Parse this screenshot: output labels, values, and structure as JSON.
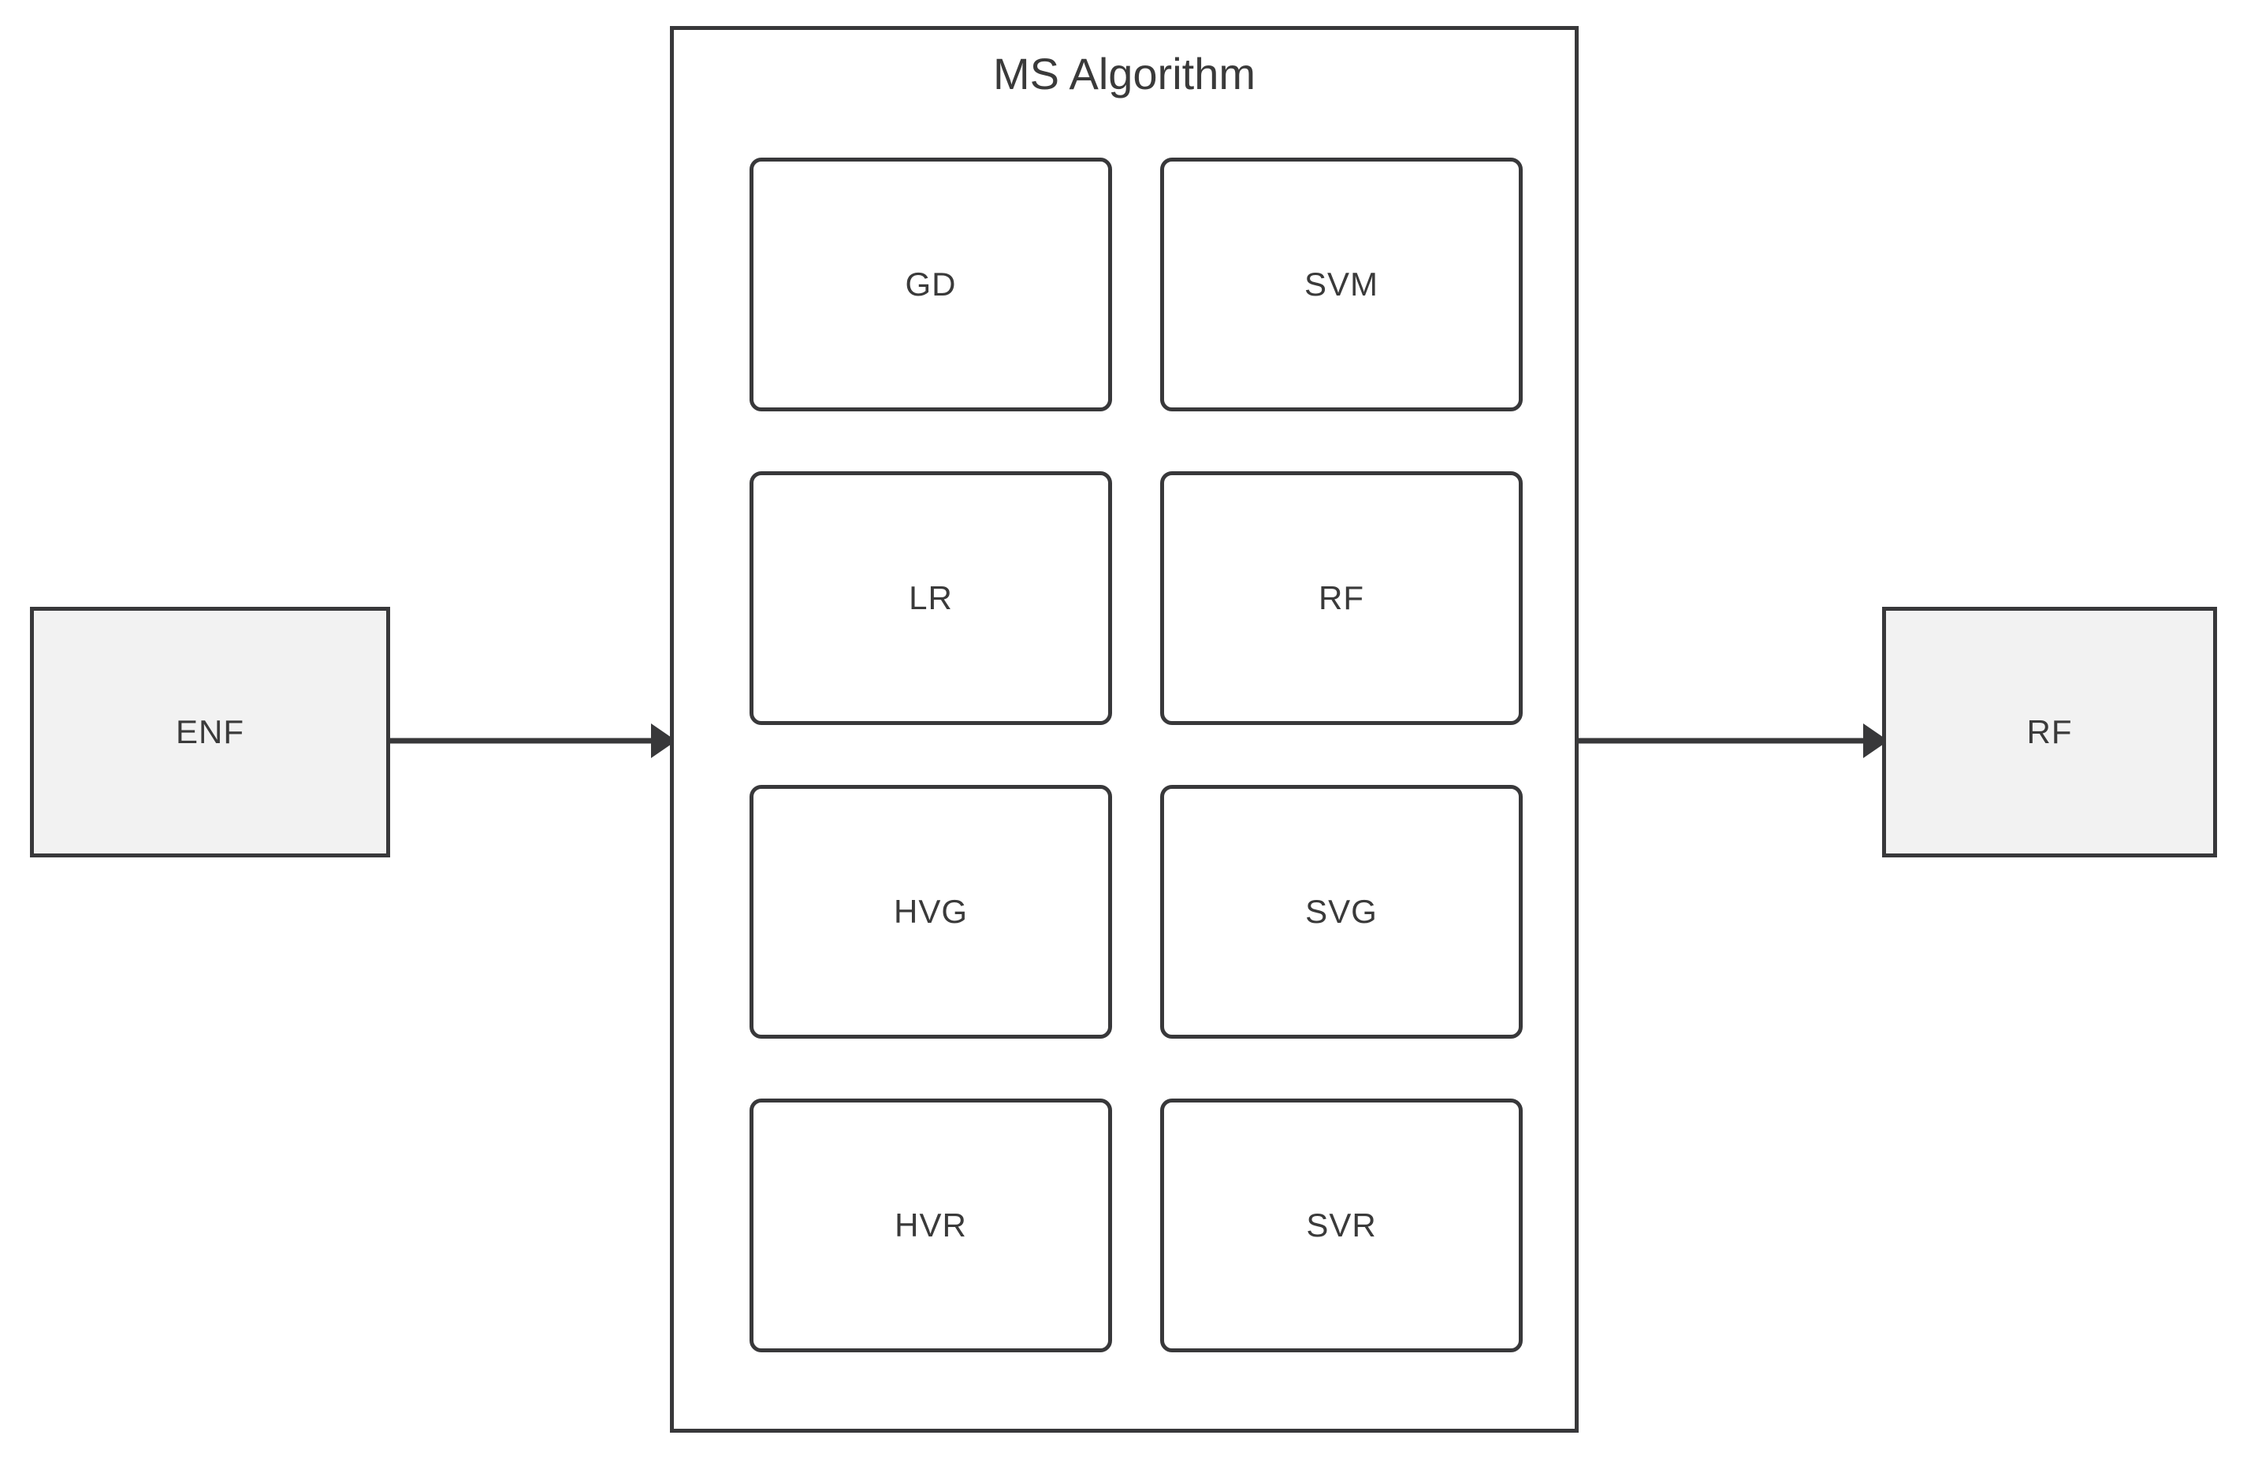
{
  "diagram": {
    "title": "MS Algorithm",
    "input_node": {
      "label": "ENF",
      "fill": "#f2f2f2",
      "stroke": "#38383a"
    },
    "output_node": {
      "label": "RF",
      "fill": "#f2f2f2",
      "stroke": "#38383a"
    },
    "container": {
      "label": "MS Algorithm",
      "fill": "#ffffff",
      "stroke": "#38383a"
    },
    "algorithms": [
      {
        "label": "GD"
      },
      {
        "label": "SVM"
      },
      {
        "label": "LR"
      },
      {
        "label": "RF"
      },
      {
        "label": "HVG"
      },
      {
        "label": "SVG"
      },
      {
        "label": "HVR"
      },
      {
        "label": "SVR"
      }
    ],
    "connectors": [
      {
        "name": "input-to-container",
        "from": "ENF",
        "to": "MS Algorithm",
        "direction": "right"
      },
      {
        "name": "container-to-output",
        "from": "MS Algorithm",
        "to": "RF",
        "direction": "right"
      }
    ],
    "colors": {
      "background": "#ffffff",
      "stroke": "#38383a",
      "text": "#3a3a3a",
      "terminal_fill": "#f2f2f2",
      "card_fill": "#ffffff"
    }
  }
}
